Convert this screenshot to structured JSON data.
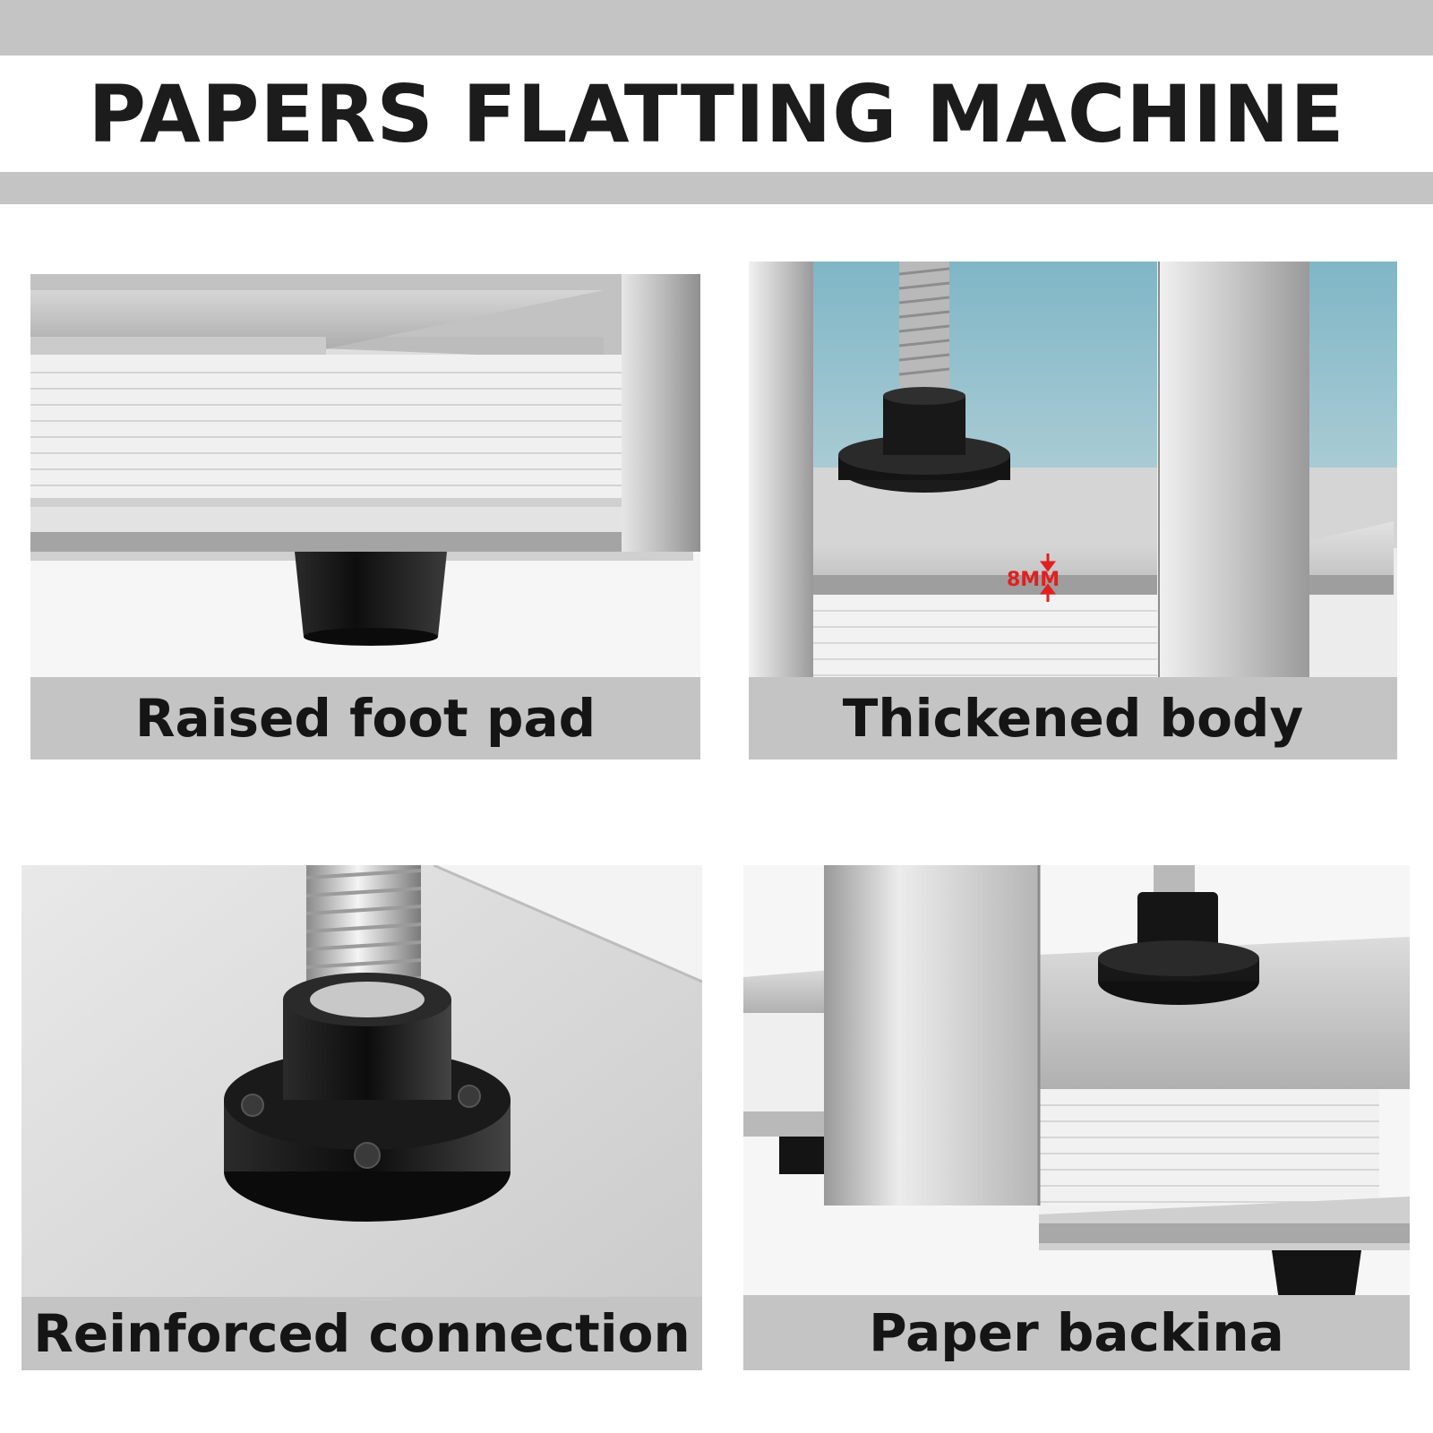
{
  "header": {
    "title": "PAPERS FLATTING MACHINE"
  },
  "panels": [
    {
      "caption": "Raised foot pad",
      "icon": "foot-pad-icon"
    },
    {
      "caption": "Thickened body",
      "icon": "press-body-icon",
      "annotation": "8MM"
    },
    {
      "caption": "Reinforced connection",
      "icon": "screw-flange-icon"
    },
    {
      "caption": "Paper backina",
      "icon": "paper-stack-icon"
    }
  ],
  "colors": {
    "band": "#c4c4c4",
    "title_text": "#1c1c1c",
    "steel": "#cfcfcf",
    "rubber": "#151515",
    "annotation_red": "#e02020"
  }
}
